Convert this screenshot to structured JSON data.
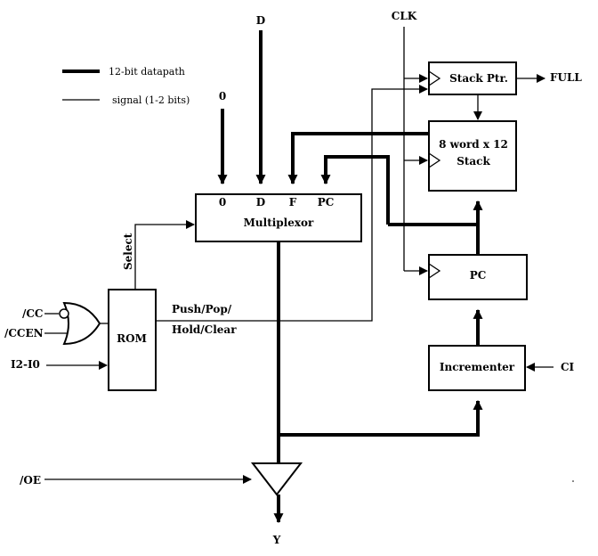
{
  "legend": {
    "datapath_label": "12-bit datapath",
    "signal_label": "signal (1-2 bits)"
  },
  "inputs": {
    "d_top": "D",
    "clk": "CLK",
    "zero": "0",
    "cc": "/CC",
    "ccen": "/CCEN",
    "i2_i0": "I2-I0",
    "oe": "/OE",
    "ci": "CI"
  },
  "outputs": {
    "full": "FULL",
    "y": "Y"
  },
  "blocks": {
    "stack_ptr": "Stack Ptr.",
    "stack_line1": "8 word x 12",
    "stack_line2": "Stack",
    "pc": "PC",
    "incrementer": "Incrementer",
    "rom": "ROM",
    "multiplexor": "Multiplexor"
  },
  "mux_ports": [
    "0",
    "D",
    "F",
    "PC"
  ],
  "signals": {
    "select": "Select",
    "push_pop_line1": "Push/Pop/",
    "push_pop_line2": "Hold/Clear"
  }
}
